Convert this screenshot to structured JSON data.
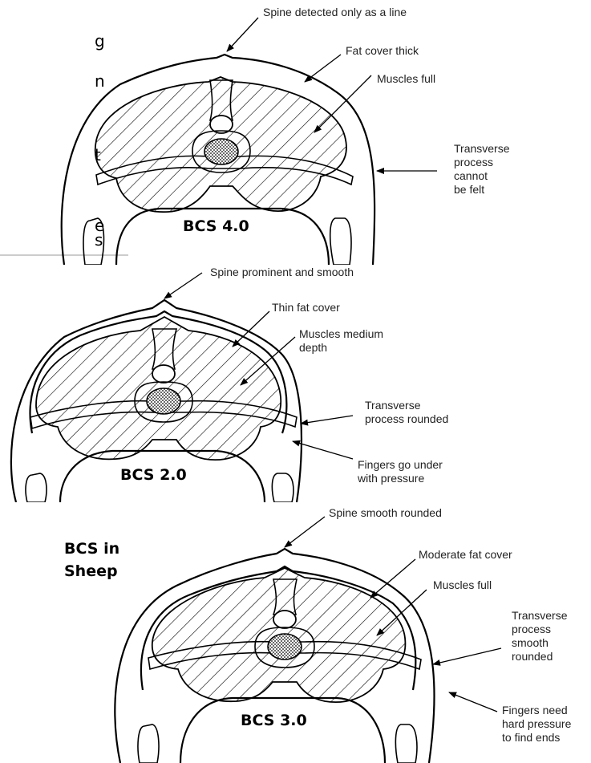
{
  "fragments": [
    "g",
    "n",
    "t",
    "e",
    "s"
  ],
  "side_title": [
    "BCS in",
    "Sheep"
  ],
  "panels": [
    {
      "bcs": "BCS 4.0",
      "labels": [
        [
          "Spine detected only as a line"
        ],
        [
          "Fat cover thick"
        ],
        [
          "Muscles full"
        ],
        [
          "Transverse",
          "process",
          "cannot",
          "be felt"
        ]
      ]
    },
    {
      "bcs": "BCS 2.0",
      "labels": [
        [
          "Spine prominent and smooth"
        ],
        [
          "Thin fat cover"
        ],
        [
          "Muscles medium",
          "depth"
        ],
        [
          "Transverse",
          "process rounded"
        ],
        [
          "Fingers go under",
          "with pressure"
        ]
      ]
    },
    {
      "bcs": "BCS 3.0",
      "labels": [
        [
          "Spine smooth rounded"
        ],
        [
          "Moderate fat cover"
        ],
        [
          "Muscles full"
        ],
        [
          "Transverse",
          "process",
          "smooth",
          "rounded"
        ],
        [
          "Fingers need",
          "hard pressure",
          "to find ends"
        ]
      ]
    }
  ]
}
